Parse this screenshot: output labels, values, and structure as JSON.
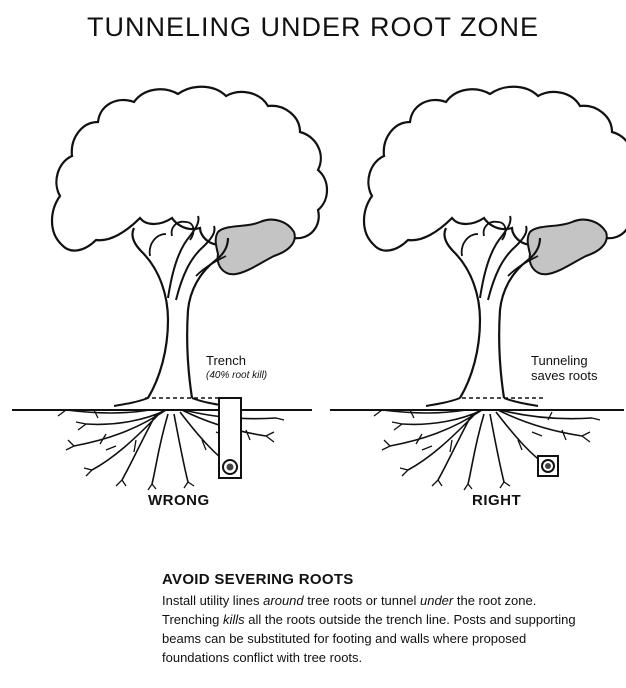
{
  "title": "TUNNELING UNDER ROOT ZONE",
  "left_tree": {
    "label": "WRONG",
    "annotation": "Trench",
    "annotation_sub": "(40% root kill)"
  },
  "right_tree": {
    "label": "RIGHT",
    "annotation_line1": "Tunneling",
    "annotation_line2": "saves roots"
  },
  "caption": {
    "heading": "AVOID SEVERING ROOTS",
    "body": [
      {
        "text": "Install utility lines ",
        "em": false
      },
      {
        "text": "around",
        "em": true
      },
      {
        "text": " tree roots or tunnel ",
        "em": false
      },
      {
        "text": "under",
        "em": true
      },
      {
        "text": " the root zone. Trenching ",
        "em": false
      },
      {
        "text": "kills",
        "em": true
      },
      {
        "text": " all the roots outside the trench line. Posts and supporting beams can be substituted for footing and walls where proposed foundations conflict with tree roots.",
        "em": false
      }
    ]
  },
  "colors": {
    "ink": "#111111",
    "canopy_shade": "#c4c4c4",
    "trench": "#ffffff"
  }
}
